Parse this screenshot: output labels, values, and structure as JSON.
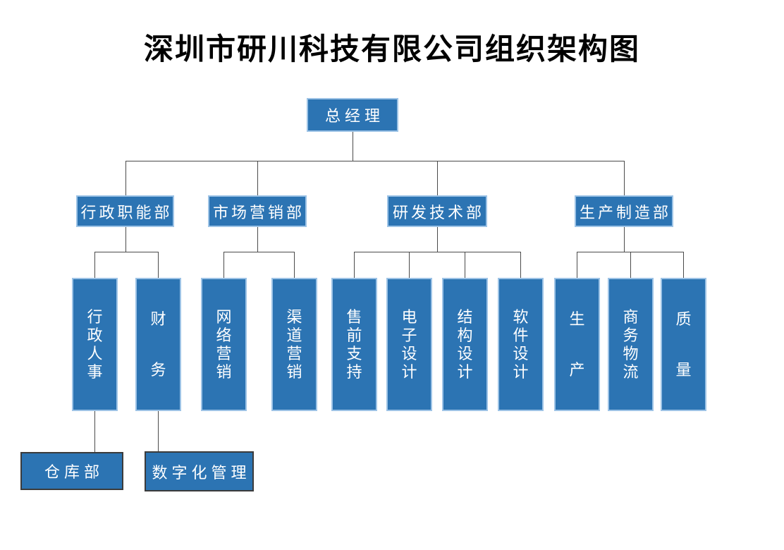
{
  "title": "深圳市研川科技有限公司组织架构图",
  "org": {
    "root": {
      "label": "总经理"
    },
    "departments": [
      {
        "label": "行政职能部"
      },
      {
        "label": "市场营销部"
      },
      {
        "label": "研发技术部"
      },
      {
        "label": "生产制造部"
      }
    ],
    "teams": [
      {
        "label": "行政人事"
      },
      {
        "label": "财务"
      },
      {
        "label": "网络营销"
      },
      {
        "label": "渠道营销"
      },
      {
        "label": "售前支持"
      },
      {
        "label": "电子设计"
      },
      {
        "label": "结构设计"
      },
      {
        "label": "软件设计"
      },
      {
        "label": "生产"
      },
      {
        "label": "商务物流"
      },
      {
        "label": "质量"
      }
    ],
    "subunits": [
      {
        "label": "仓库部"
      },
      {
        "label": "数字化管理"
      }
    ]
  },
  "colors": {
    "box_fill": "#2C74B3",
    "box_border_light": "#9DC3E6",
    "box_border_dark": "#3B3B3B",
    "connector": "#4a4a4a",
    "box_text": "#FFFFFF",
    "title_text": "#000000"
  }
}
